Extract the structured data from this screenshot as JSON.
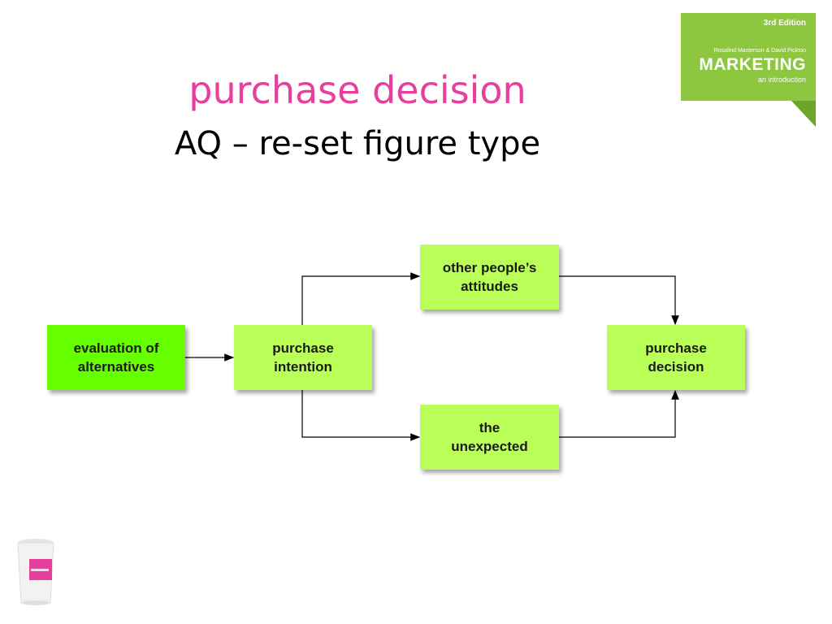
{
  "slide": {
    "title": "purchase decision",
    "subtitle": "AQ – re-set figure type"
  },
  "badge": {
    "edition": "3rd Edition",
    "authors": "Rosalind Masterson & David Pickton",
    "brand": "MARKETING",
    "tagline": "an introduction",
    "color": "#8dc63f"
  },
  "diagram": {
    "nodes": {
      "evaluation": "evaluation of\nalternatives",
      "intention": "purchase\nintention",
      "attitudes": "other people’s\nattitudes",
      "unexpected": "the\nunexpected",
      "decision": "purchase\ndecision"
    },
    "edges": [
      [
        "evaluation",
        "intention"
      ],
      [
        "intention",
        "attitudes"
      ],
      [
        "intention",
        "unexpected"
      ],
      [
        "attitudes",
        "decision"
      ],
      [
        "unexpected",
        "decision"
      ]
    ],
    "colors": {
      "start": "#66ff00",
      "other": "#b9ff57"
    }
  }
}
